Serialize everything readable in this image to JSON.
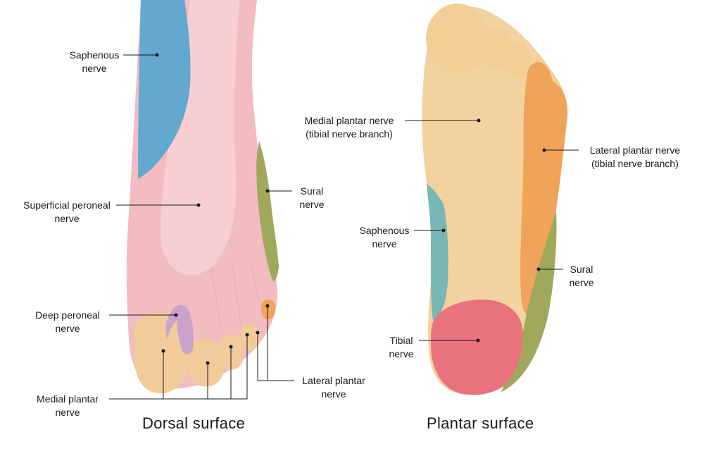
{
  "colors": {
    "saphenous": "#62a8cf",
    "superficial_peroneal": "#f2b9bd",
    "sural": "#9fa85b",
    "deep_peroneal": "#c9a3c9",
    "medial_plantar": "#f2cf96",
    "lateral_plantar": "#f0a35a",
    "tibial": "#e9727f",
    "plantar_saphenous": "#79b6b6"
  },
  "dorsal": {
    "title": "Dorsal surface",
    "labels": {
      "saphenous": [
        "Saphenous",
        "nerve"
      ],
      "superficial_peroneal": [
        "Superficial peroneal",
        "nerve"
      ],
      "sural": [
        "Sural",
        "nerve"
      ],
      "deep_peroneal": [
        "Deep peroneal",
        "nerve"
      ],
      "medial_plantar": [
        "Medial plantar",
        "nerve"
      ],
      "lateral_plantar": [
        "Lateral plantar",
        "nerve"
      ]
    }
  },
  "plantar": {
    "title": "Plantar surface",
    "labels": {
      "medial_plantar": [
        "Medial plantar nerve",
        "(tibial nerve branch)"
      ],
      "lateral_plantar": [
        "Lateral plantar nerve",
        "(tibial nerve branch)"
      ],
      "saphenous": [
        "Saphenous",
        "nerve"
      ],
      "sural": [
        "Sural",
        "nerve"
      ],
      "tibial": [
        "Tibial",
        "nerve"
      ]
    }
  }
}
